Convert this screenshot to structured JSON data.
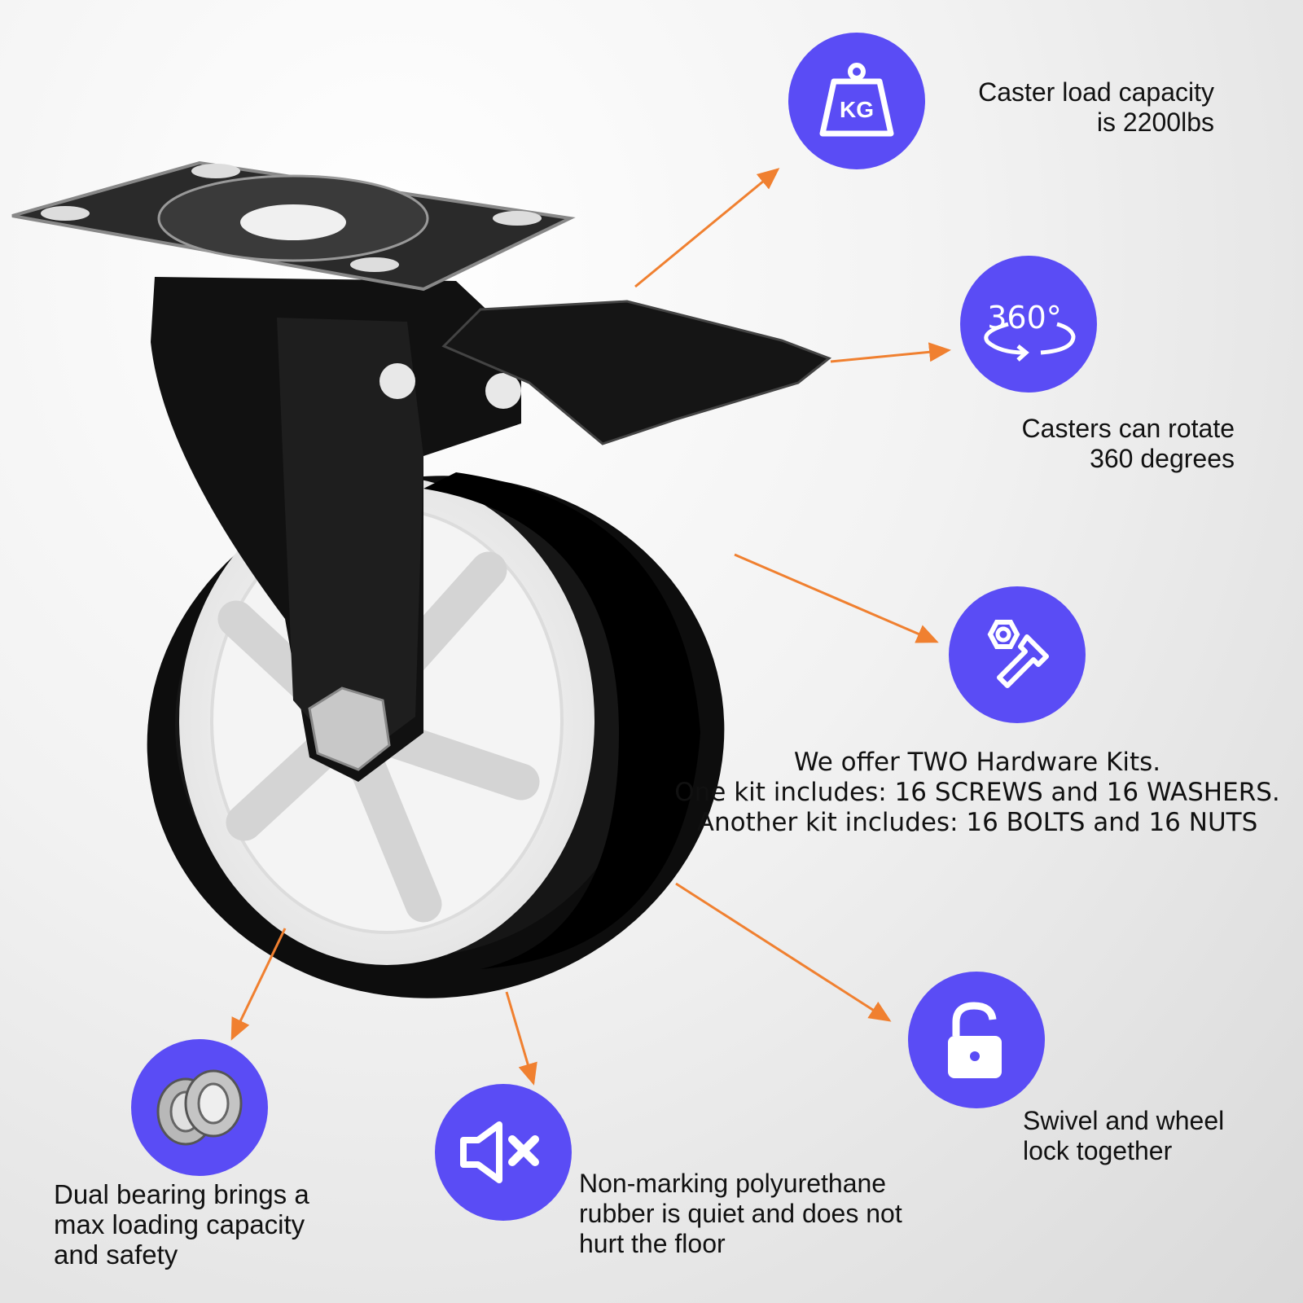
{
  "colors": {
    "accent": "#5a4cf5",
    "arrow": "#f08030"
  },
  "features": {
    "load": {
      "icon": "kg-weight-icon",
      "icon_text": "KG",
      "lines": [
        "Caster load capacity",
        "is 2200lbs"
      ]
    },
    "rotate": {
      "icon": "rotate-360-icon",
      "icon_text": "360°",
      "lines": [
        "Casters can rotate",
        "360 degrees"
      ]
    },
    "hardware": {
      "icon": "nut-bolt-icon",
      "lines": [
        "We offer TWO Hardware Kits.",
        "One kit includes: 16 SCREWS and 16 WASHERS.",
        "Another kit includes: 16 BOLTS and 16 NUTS"
      ]
    },
    "lock": {
      "icon": "unlock-icon",
      "lines": [
        "Swivel and wheel",
        "lock together"
      ]
    },
    "quiet": {
      "icon": "mute-speaker-icon",
      "lines": [
        "Non-marking polyurethane",
        "rubber is quiet and does not",
        "hurt the floor"
      ]
    },
    "bearing": {
      "icon": "bearing-icon",
      "lines": [
        "Dual bearing brings a",
        "max loading capacity",
        "and safety"
      ]
    }
  }
}
